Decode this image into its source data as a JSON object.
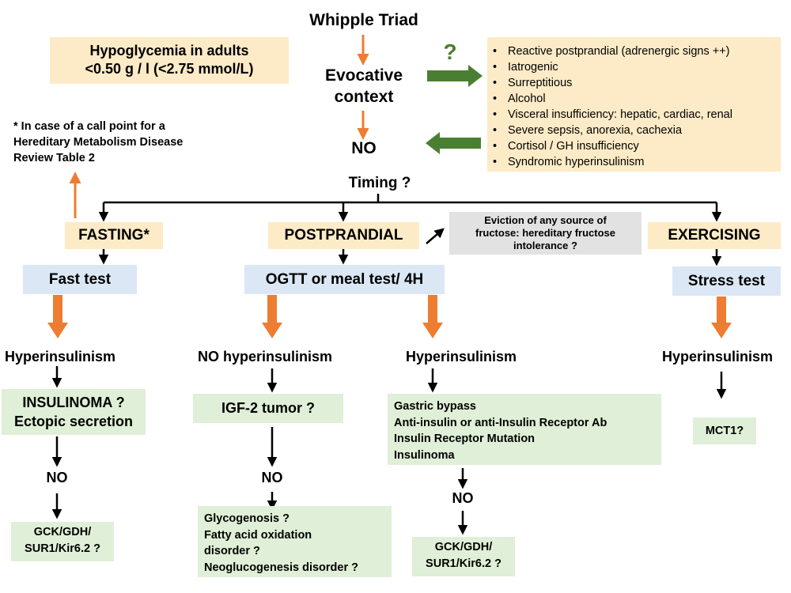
{
  "header": {
    "title": "Whipple Triad",
    "evocative": [
      "Evocative",
      "context"
    ],
    "no": "NO",
    "question": "?"
  },
  "definition": {
    "line1": "Hypoglycemia in adults",
    "line2": "<0.50 g / l (<2.75 mmol/L)"
  },
  "note": {
    "line1": "* In case of a call point for a",
    "line2": "Hereditary Metabolism Disease",
    "line3": "Review Table 2"
  },
  "causes": [
    "Reactive postprandial (adrenergic signs ++)",
    "Iatrogenic",
    "Surreptitious",
    "Alcohol",
    "Visceral insufficiency: hepatic, cardiac, renal",
    "Severe sepsis, anorexia, cachexia",
    "Cortisol / GH insufficiency",
    "Syndromic hyperinsulinism"
  ],
  "timing": "Timing ?",
  "fasting": {
    "label": "FASTING*",
    "test": "Fast test",
    "result": "Hyperinsulinism",
    "diagnosis": [
      "INSULINOMA ?",
      "Ectopic secretion"
    ],
    "no": "NO",
    "genes": [
      "GCK/GDH/",
      "SUR1/Kir6.2 ?"
    ]
  },
  "postprandial": {
    "label": "POSTPRANDIAL",
    "fructose": [
      "Eviction of any source of",
      "fructose: hereditary fructose",
      "intolerance ?"
    ],
    "test": "OGTT or meal test/ 4H",
    "left": {
      "result": "NO hyperinsulinism",
      "diagnosis": "IGF-2 tumor ?",
      "no": "NO",
      "list": [
        "Glycogenosis ?",
        "Fatty acid oxidation",
        "disorder ?",
        "Neoglucogenesis disorder ?"
      ]
    },
    "right": {
      "result": "Hyperinsulinism",
      "list": [
        "Gastric bypass",
        "Anti-insulin or anti-Insulin Receptor Ab",
        "Insulin Receptor Mutation",
        "Insulinoma"
      ],
      "no": "NO",
      "genes": [
        "GCK/GDH/",
        "SUR1/Kir6.2 ?"
      ]
    }
  },
  "exercising": {
    "label": "EXERCISING",
    "test": "Stress test",
    "result": "Hyperinsulinism",
    "diagnosis": "MCT1?"
  },
  "colors": {
    "yellow": "#fcebc6",
    "blue": "#dbe7f4",
    "green": "#e0efd7",
    "grey": "#e2e2e2",
    "orange_arrow": "#ed7d31",
    "green_arrow": "#4a7f32"
  }
}
